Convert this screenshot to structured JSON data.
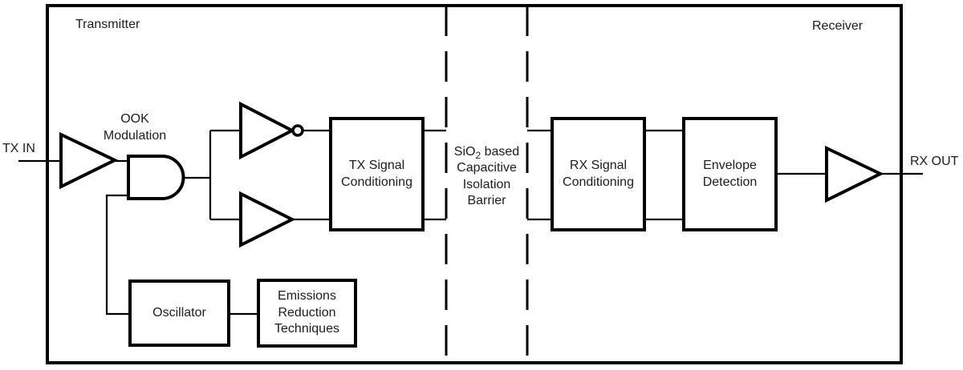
{
  "colors": {
    "background": "#ffffff",
    "line_ink": "#000000",
    "text_ink": "#1d1d1f"
  },
  "sections": {
    "transmitter_label": "Transmitter",
    "receiver_label": "Receiver"
  },
  "ports": {
    "tx_in": "TX IN",
    "rx_out": "RX OUT"
  },
  "modulation_label": {
    "line1": "OOK",
    "line2": "Modulation"
  },
  "blocks": {
    "tx_signal_conditioning": {
      "line1": "TX Signal",
      "line2": "Conditioning"
    },
    "rx_signal_conditioning": {
      "line1": "RX Signal",
      "line2": "Conditioning"
    },
    "envelope_detection": {
      "line1": "Envelope",
      "line2": "Detection"
    },
    "oscillator": {
      "label": "Oscillator"
    },
    "emissions_reduction": {
      "line1": "Emissions",
      "line2": "Reduction",
      "line3": "Techniques"
    }
  },
  "isolation_barrier": {
    "line1_prefix": "SiO",
    "line1_subscript": "2",
    "line1_suffix": " based",
    "line2": "Capacitive",
    "line3": "Isolation",
    "line4": "Barrier"
  }
}
